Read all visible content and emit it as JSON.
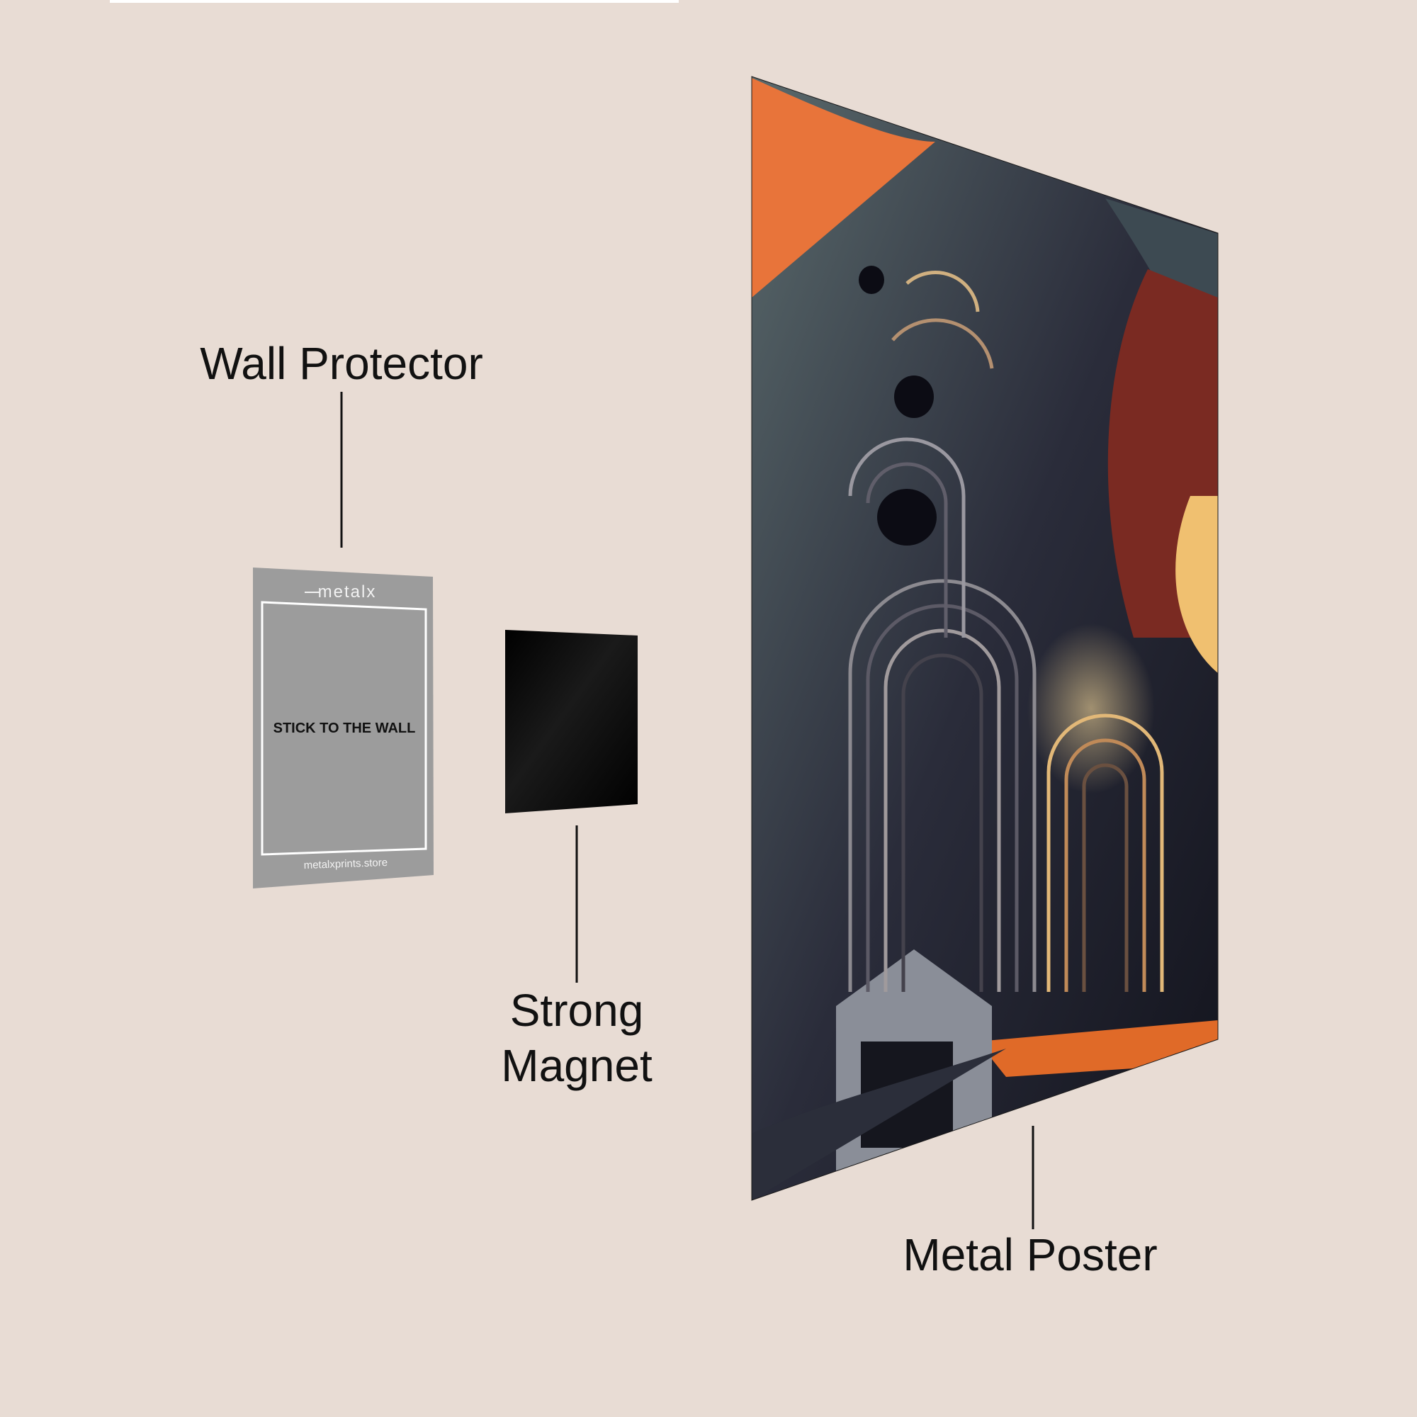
{
  "labels": {
    "wall_protector": "Wall Protector",
    "strong_magnet_line1": "Strong",
    "strong_magnet_line2": "Magnet",
    "metal_poster": "Metal Poster"
  },
  "wall_protector_card": {
    "brand_logo": "metalx",
    "instruction": "STICK TO THE WALL",
    "website": "metalxprints.store"
  },
  "colors": {
    "background": "#e8dcd4",
    "protector": "#9c9c9c",
    "magnet": "#050505",
    "accent_orange": "#e86a2a"
  }
}
